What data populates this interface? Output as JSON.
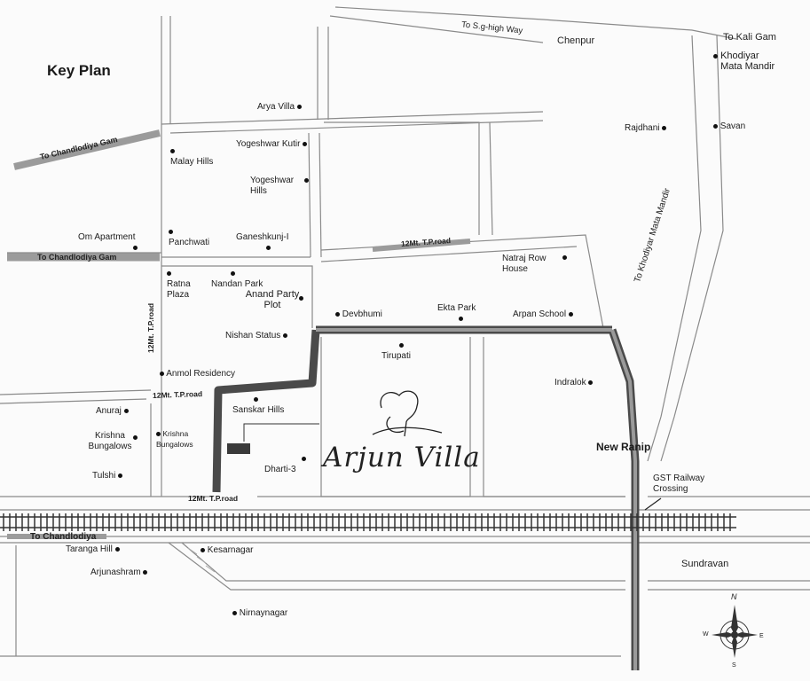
{
  "title": "Key Plan",
  "brand": "Arjun Villa",
  "compass": {
    "n": "N",
    "s": "S",
    "e": "E",
    "w": "W"
  },
  "roads": {
    "sg_highway": "To S.g-high Way",
    "chenpur": "Chenpur",
    "kali_gam": "To Kali Gam",
    "chandlodiya_gam_1": "To Chandlodiya Gam",
    "chandlodiya_gam_2": "To Chandlodiya Gam",
    "khodiyar_road": "To Khodiyar Mata Mandir",
    "tp_12_top": "12Mt. T.P.road",
    "tp_12_vertical": "12Mt. T.P.road",
    "tp_12_middle": "12Mt. T.P.road",
    "tp_12_bottom": "12Mt. T.P.road",
    "chandlodiya": "To Chandlodiya"
  },
  "places": {
    "arya_villa": "Arya Villa",
    "malay_hills": "Malay Hills",
    "yogeshwar_kutir": "Yogeshwar Kutir",
    "yogeshwar_hills": "Yogeshwar Hills",
    "om_apartment": "Om Apartment",
    "panchwati": "Panchwati",
    "ganeshkunj": "Ganeshkunj-I",
    "ratna_plaza": "Ratna Plaza",
    "nandan_park": "Nandan Park",
    "anand_party_plot": "Anand Party Plot",
    "nishan_status": "Nishan Status",
    "anmol_residency": "Anmol Residency",
    "anuraj": "Anuraj",
    "krishna_bungalows_1": "Krishna Bungalows",
    "krishna_bungalows_2": "Krishna Bungalows",
    "tulshi": "Tulshi",
    "sanskar_hills": "Sanskar Hills",
    "dharti_3": "Dharti-3",
    "devbhumi": "Devbhumi",
    "ekta_park": "Ekta Park",
    "tirupati": "Tirupati",
    "natraj_row_house": "Natraj Row House",
    "arpan_school": "Arpan School",
    "indralok": "Indralok",
    "new_ranip": "New Ranip",
    "gst_crossing": "GST Railway Crossing",
    "khodiyar_mata_mandir": "Khodiyar Mata Mandir",
    "rajdhani": "Rajdhani",
    "savan": "Savan",
    "taranga_hill": "Taranga Hill",
    "kesarnagar": "Kesarnagar",
    "arjunashram": "Arjunashram",
    "nirnaynagar": "Nirnaynagar",
    "sundravan": "Sundravan"
  }
}
